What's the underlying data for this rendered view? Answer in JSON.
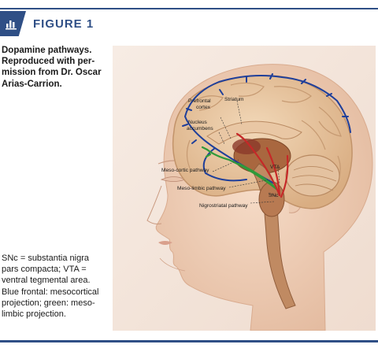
{
  "header": {
    "figure_label": "FIGURE 1",
    "icon": "bar-chart-icon",
    "accent_color": "#2f4f86"
  },
  "caption": {
    "lines": [
      "Dopamine pathways.",
      "Reproduced with per-",
      "mission from Dr. Oscar",
      "Arias-Carrion."
    ]
  },
  "footnote": {
    "lines": [
      "SNc = substantia nigra",
      "pars compacta; VTA =",
      "ventral tegmental area.",
      "Blue frontal: mesocortical",
      "projection; green: meso-",
      "limbic projection."
    ]
  },
  "illustration": {
    "labels": {
      "prefrontal_cortex_1": "Prefrontal",
      "prefrontal_cortex_2": "cortex",
      "striatum": "Striatum",
      "nucleus_accumbens_1": "Nucleus",
      "nucleus_accumbens_2": "accumbens",
      "vta": "VTA",
      "mesocortic": "Meso-cortic pathway",
      "mesolimbic": "Meso-limbic pathway",
      "snc": "SNc",
      "nigrostriatal": "Nigrostriatal pathway"
    },
    "colors": {
      "mesocortical": "#1f3f9a",
      "mesolimbic": "#2f9a3a",
      "nigrostriatal": "#c62828"
    }
  }
}
